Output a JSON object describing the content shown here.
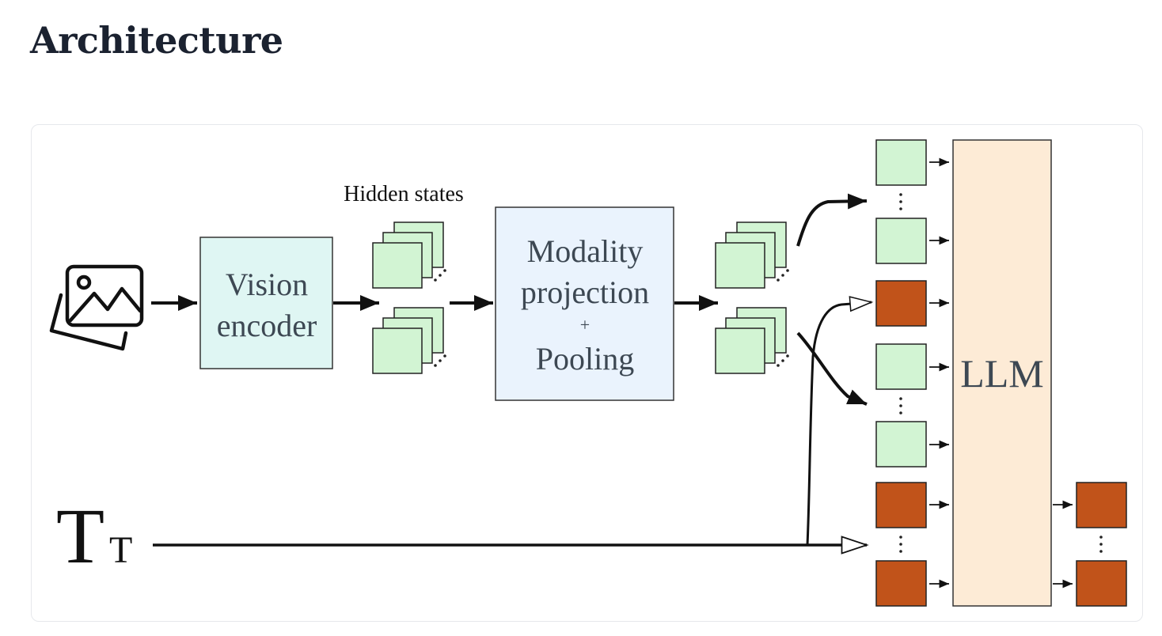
{
  "page": {
    "heading": "Architecture"
  },
  "diagram": {
    "hidden_states_label": "Hidden states",
    "vision_encoder": [
      "Vision",
      "encoder"
    ],
    "modality_projection": [
      "Modality",
      "projection",
      "+",
      "Pooling"
    ],
    "llm_label": "LLM",
    "text_icon": {
      "big": "T",
      "small": "T"
    },
    "icons": {
      "image": "image-stack-icon"
    },
    "colors": {
      "vision_encoder_fill": "#dff6f3",
      "projection_fill": "#eaf3fd",
      "visual_token_fill": "#d2f4d3",
      "text_token_fill": "#c1531a",
      "llm_fill": "#fdebd6",
      "box_text": "#3d4853",
      "stroke": "#222222"
    }
  }
}
